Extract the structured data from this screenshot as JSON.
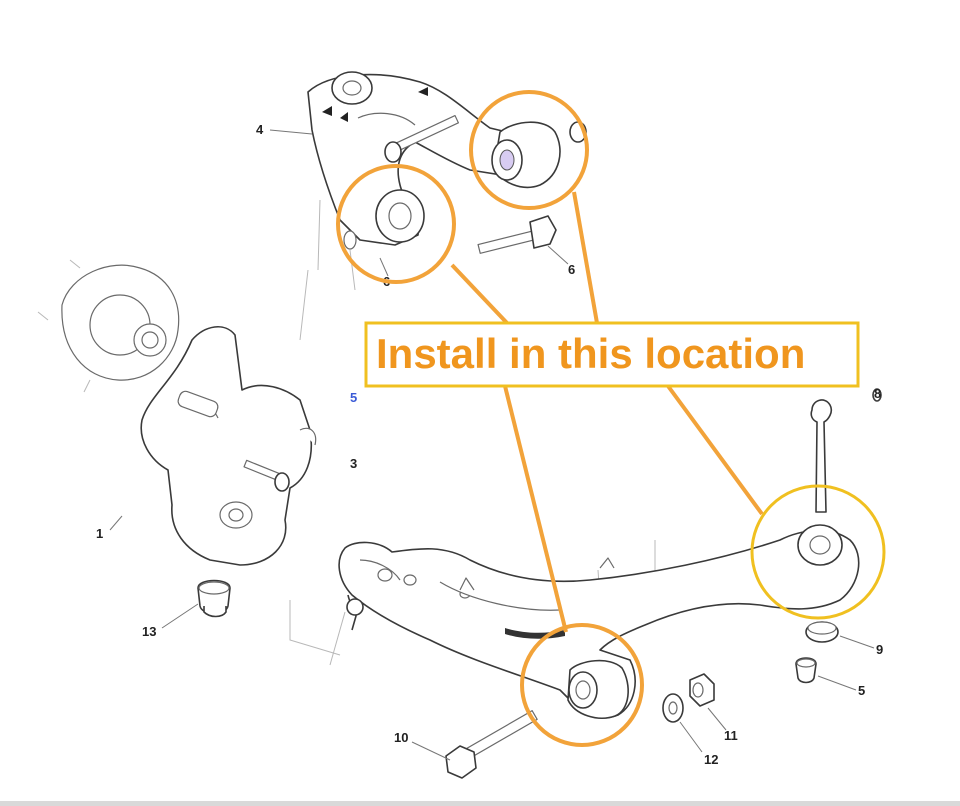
{
  "diagram": {
    "callout_text": "Install in this location",
    "colors": {
      "highlight_orange": "#f2a33a",
      "highlight_yellow": "#f0c020",
      "callout_text": "#f0961e",
      "line_art": "#3a3a3a",
      "background": "#ffffff"
    },
    "part_numbers": {
      "p1": "1",
      "p3": "3",
      "p4": "4",
      "p5": "5",
      "p5b": "5",
      "p6a": "6",
      "p6b": "6",
      "p8": "8",
      "p9": "9",
      "p10": "10",
      "p11": "11",
      "p12": "12",
      "p13": "13"
    }
  }
}
